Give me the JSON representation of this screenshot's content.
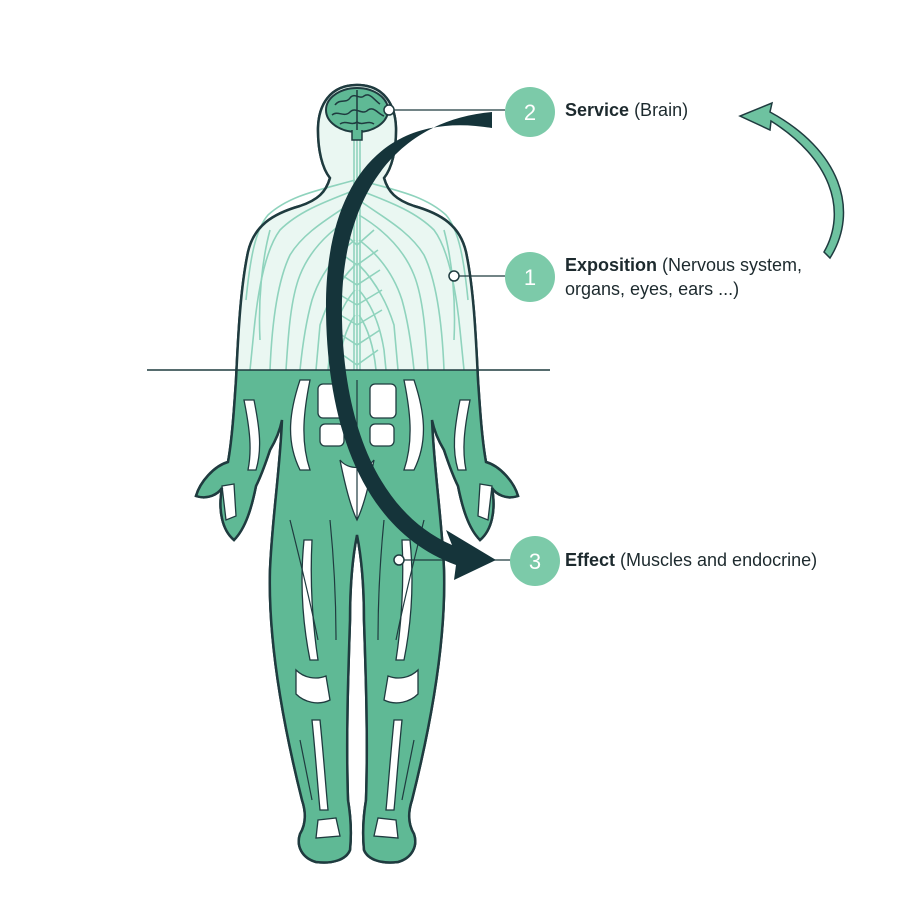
{
  "colors": {
    "outline": "#1f3b3f",
    "nerve": "#8fd3bd",
    "muscle": "#5fb995",
    "muscle_dark": "#3f9b78",
    "badge": "#7ccaa9",
    "arrow_dark": "#15343a",
    "arrow_light": "#6ec2a0"
  },
  "callouts": [
    {
      "number": "2",
      "title": "Service",
      "detail": " (Brain)",
      "detail_line2": ""
    },
    {
      "number": "1",
      "title": "Exposition",
      "detail": " (Nervous system,",
      "detail_line2": "organs, eyes, ears ...)"
    },
    {
      "number": "3",
      "title": "Effect",
      "detail": " (Muscles and endocrine)",
      "detail_line2": ""
    }
  ]
}
